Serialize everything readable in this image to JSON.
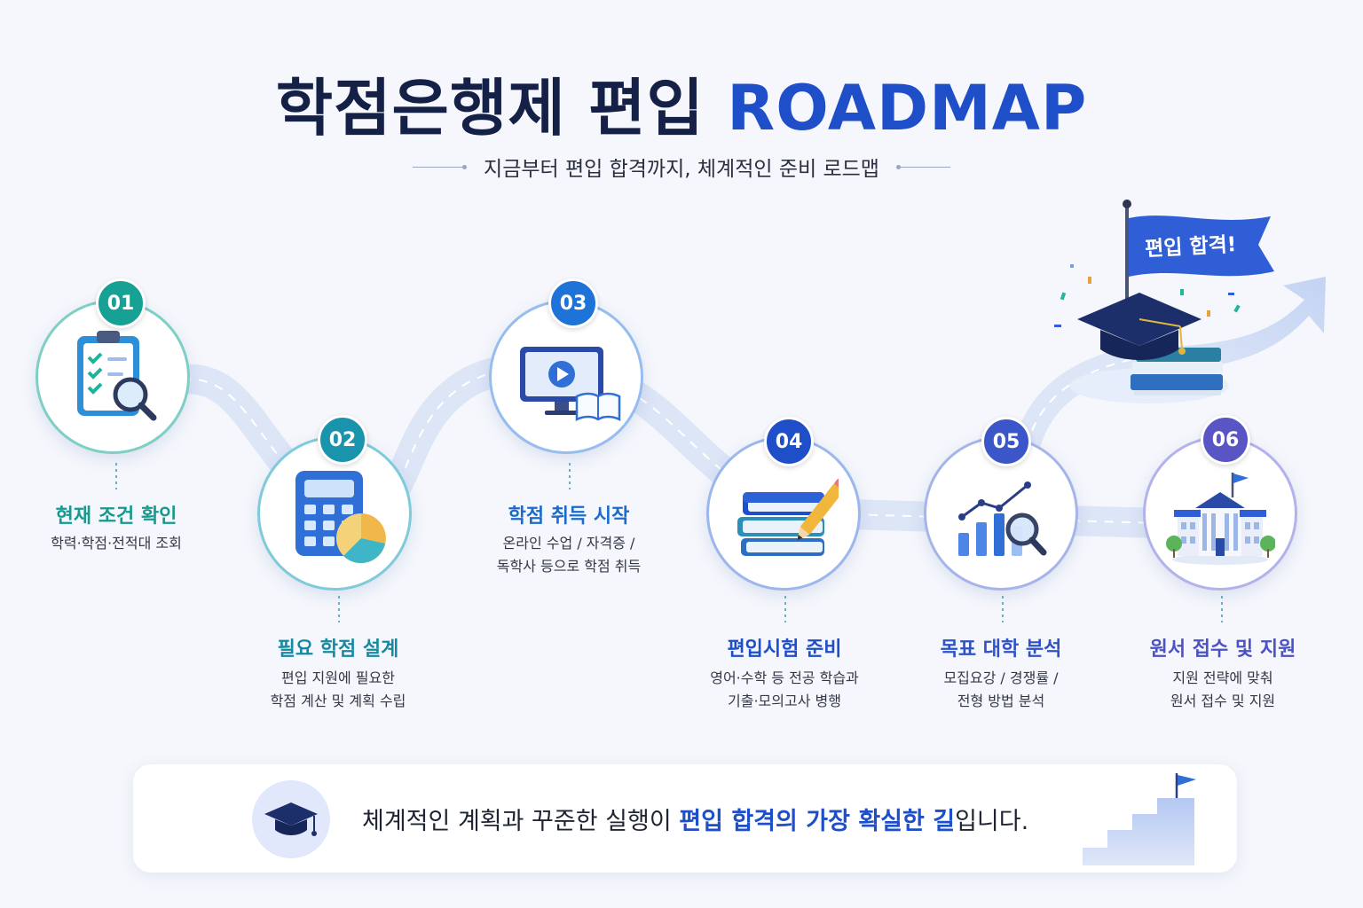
{
  "header": {
    "title_main": "학점은행제 편입",
    "title_accent": "ROADMAP",
    "subtitle": "지금부터 편입 합격까지, 체계적인 준비 로드맵"
  },
  "goal": {
    "flag_text": "편입 합격!"
  },
  "steps": [
    {
      "num": "01",
      "title": "현재 조건 확인",
      "desc": [
        "학력·학점·전적대 조회"
      ],
      "color": "#17a195",
      "icon": "clipboard-check-icon"
    },
    {
      "num": "02",
      "title": "필요 학점 설계",
      "desc": [
        "편입 지원에 필요한",
        "학점 계산 및 계획 수립"
      ],
      "color": "#1a94ad",
      "icon": "calculator-icon"
    },
    {
      "num": "03",
      "title": "학점 취득 시작",
      "desc": [
        "온라인 수업 / 자격증 /",
        "독학사 등으로 학점 취득"
      ],
      "color": "#1e73d8",
      "icon": "online-class-icon"
    },
    {
      "num": "04",
      "title": "편입시험 준비",
      "desc": [
        "영어·수학 등 전공 학습과",
        "기출·모의고사 병행"
      ],
      "color": "#1e4fc8",
      "icon": "books-pencil-icon"
    },
    {
      "num": "05",
      "title": "목표 대학 분석",
      "desc": [
        "모집요강 / 경쟁률 /",
        "전형 방법 분석"
      ],
      "color": "#3a56c9",
      "icon": "chart-analysis-icon"
    },
    {
      "num": "06",
      "title": "원서 접수 및 지원",
      "desc": [
        "지원 전략에 맞춰",
        "원서 접수 및 지원"
      ],
      "color": "#5a55c4",
      "icon": "university-building-icon"
    }
  ],
  "banner": {
    "text_before": "체계적인 계획과 꾸준한 실행이 ",
    "text_highlight": "편입 합격의 가장 확실한 길",
    "text_after": "입니다."
  }
}
